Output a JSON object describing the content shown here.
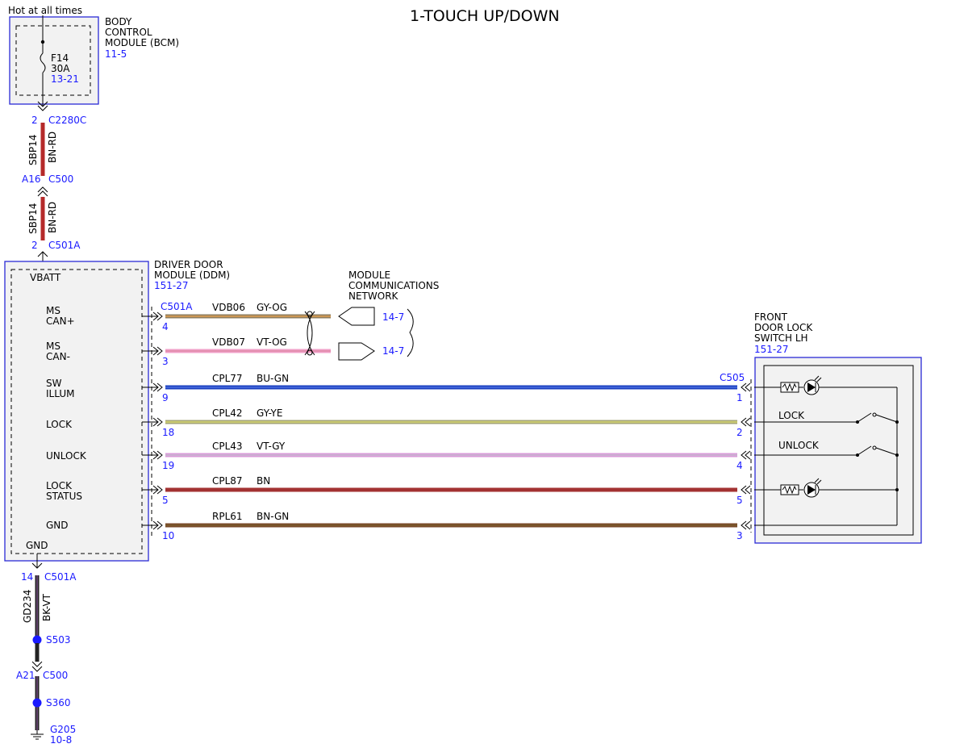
{
  "title": "1-TOUCH UP/DOWN",
  "hot_label": "Hot at all times",
  "bcm": {
    "name_lines": [
      "BODY",
      "CONTROL",
      "MODULE (BCM)"
    ],
    "ref": "11-5",
    "fuse": {
      "name": "F14",
      "rating": "30A",
      "ref": "13-21"
    }
  },
  "feed": {
    "c2280c": {
      "pin": "2",
      "connector": "C2280C"
    },
    "seg1": {
      "circuit": "SBP14",
      "color": "BN-RD"
    },
    "c500": {
      "pin": "A16",
      "connector": "C500"
    },
    "seg2": {
      "circuit": "SBP14",
      "color": "BN-RD"
    },
    "c501a": {
      "pin": "2",
      "connector": "C501A"
    }
  },
  "ddm": {
    "name_lines": [
      "DRIVER DOOR",
      "MODULE (DDM)"
    ],
    "ref": "151-27",
    "vbatt": "VBATT",
    "gnd": "GND",
    "connector": "C501A",
    "pins": [
      {
        "label": [
          "MS",
          "CAN+"
        ]
      },
      {
        "label": [
          "MS",
          "CAN-"
        ]
      },
      {
        "label": [
          "SW",
          "ILLUM"
        ]
      },
      {
        "label": [
          "LOCK"
        ]
      },
      {
        "label": [
          "UNLOCK"
        ]
      },
      {
        "label": [
          "LOCK",
          "STATUS"
        ]
      },
      {
        "label": [
          "GND"
        ]
      }
    ]
  },
  "network": {
    "name_lines": [
      "MODULE",
      "COMMUNICATIONS",
      "NETWORK"
    ],
    "ref_can_plus": "14-7",
    "ref_can_minus": "14-7"
  },
  "switch_module": {
    "name_lines": [
      "FRONT",
      "DOOR LOCK",
      "SWITCH LH"
    ],
    "ref": "151-27",
    "connector": "C505",
    "lock_label": "LOCK",
    "unlock_label": "UNLOCK"
  },
  "wires": [
    {
      "circuit": "VDB06",
      "color": "GY-OG",
      "ddm_pin": "4",
      "sw_pin": "",
      "stroke": "#8f7d5f",
      "stripe": "#e0a050"
    },
    {
      "circuit": "VDB07",
      "color": "VT-OG",
      "ddm_pin": "3",
      "sw_pin": "",
      "stroke": "#f0a0c8",
      "stripe": "#e08aa8"
    },
    {
      "circuit": "CPL77",
      "color": "BU-GN",
      "ddm_pin": "9",
      "sw_pin": "1",
      "stroke": "#1a3fbf",
      "stripe": "#4a6fdf"
    },
    {
      "circuit": "CPL42",
      "color": "GY-YE",
      "ddm_pin": "18",
      "sw_pin": "2",
      "stroke": "#a4a478",
      "stripe": "#d8d870"
    },
    {
      "circuit": "CPL43",
      "color": "VT-GY",
      "ddm_pin": "19",
      "sw_pin": "4",
      "stroke": "#d89ad8",
      "stripe": "#c8b8d0"
    },
    {
      "circuit": "CPL87",
      "color": "BN",
      "ddm_pin": "5",
      "sw_pin": "5",
      "stroke": "#a33232",
      "stripe": "#a33232"
    },
    {
      "circuit": "RPL61",
      "color": "BN-GN",
      "ddm_pin": "10",
      "sw_pin": "3",
      "stroke": "#7a4a2a",
      "stripe": "#7a5a2a"
    }
  ],
  "ground": {
    "c501a": {
      "pin": "14",
      "connector": "C501A"
    },
    "seg": {
      "circuit": "GD234",
      "color": "BK-VT"
    },
    "splice1": "S503",
    "c500": {
      "pin": "A21",
      "connector": "C500"
    },
    "splice2": "S360",
    "ground_point": "G205",
    "ground_ref": "10-8"
  },
  "colors": {
    "module_border": "#2b2bd6",
    "ref_text": "#1a1aff",
    "feed_wire": "#b52a2a",
    "ground_wire": "#222222"
  }
}
